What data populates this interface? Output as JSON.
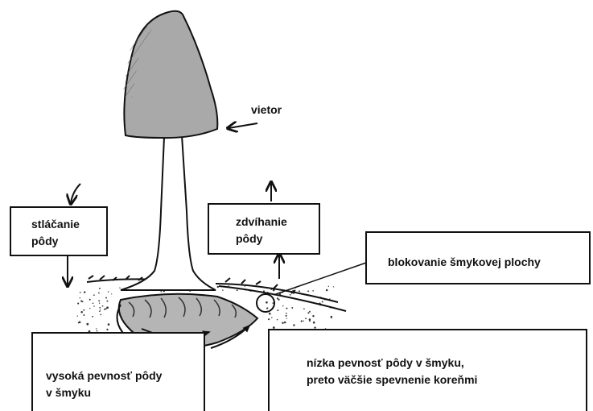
{
  "labels": {
    "wind": "vietor",
    "compression": [
      "stláčanie",
      "pôdy"
    ],
    "lifting": [
      "zdvíhanie",
      "pôdy"
    ],
    "blocking": "blokovanie šmykovej plochy",
    "high_strength": [
      "vysoká pevnosť pôdy",
      "v šmyku"
    ],
    "low_strength": [
      "nízka pevnosť pôdy v šmyku,",
      "preto väčšie spevnenie koreňmi"
    ]
  },
  "colors": {
    "ink": "#111111",
    "crown": "#a9a9a9",
    "rootplate": "#b5b5b5",
    "background": "#ffffff"
  },
  "icons": [
    "wind-arrow-icon",
    "down-arrow-icon",
    "up-arrow-icon"
  ]
}
